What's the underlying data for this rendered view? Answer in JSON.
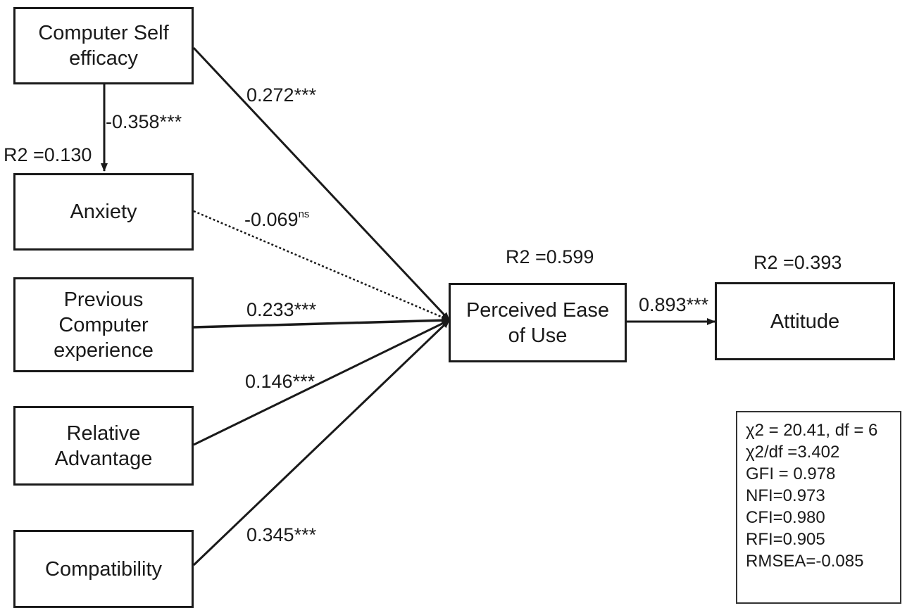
{
  "nodes": {
    "self_efficacy": "Computer Self\nefficacy",
    "anxiety": "Anxiety",
    "previous_experience": "Previous\nComputer\nexperience",
    "relative_advantage": "Relative\nAdvantage",
    "compatibility": "Compatibility",
    "peou": "Perceived Ease\nof Use",
    "attitude": "Attitude"
  },
  "r2": {
    "anxiety": "R2 =0.130",
    "peou": "R2 =0.599",
    "attitude": "R2 =0.393"
  },
  "paths": {
    "self_efficacy_to_anxiety": "-0.358***",
    "self_efficacy_to_peou": "0.272***",
    "anxiety_to_peou": "-0.069",
    "anxiety_to_peou_sig": "ns",
    "previous_experience_to_peou": "0.233***",
    "relative_advantage_to_peou": "0.146***",
    "compatibility_to_peou": "0.345***",
    "peou_to_attitude": "0.893***"
  },
  "fit_indices": [
    "χ2 = 20.41,  df = 6",
    "χ2/df =3.402",
    "GFI = 0.978",
    "NFI=0.973",
    "CFI=0.980",
    "RFI=0.905",
    "RMSEA=-0.085"
  ]
}
